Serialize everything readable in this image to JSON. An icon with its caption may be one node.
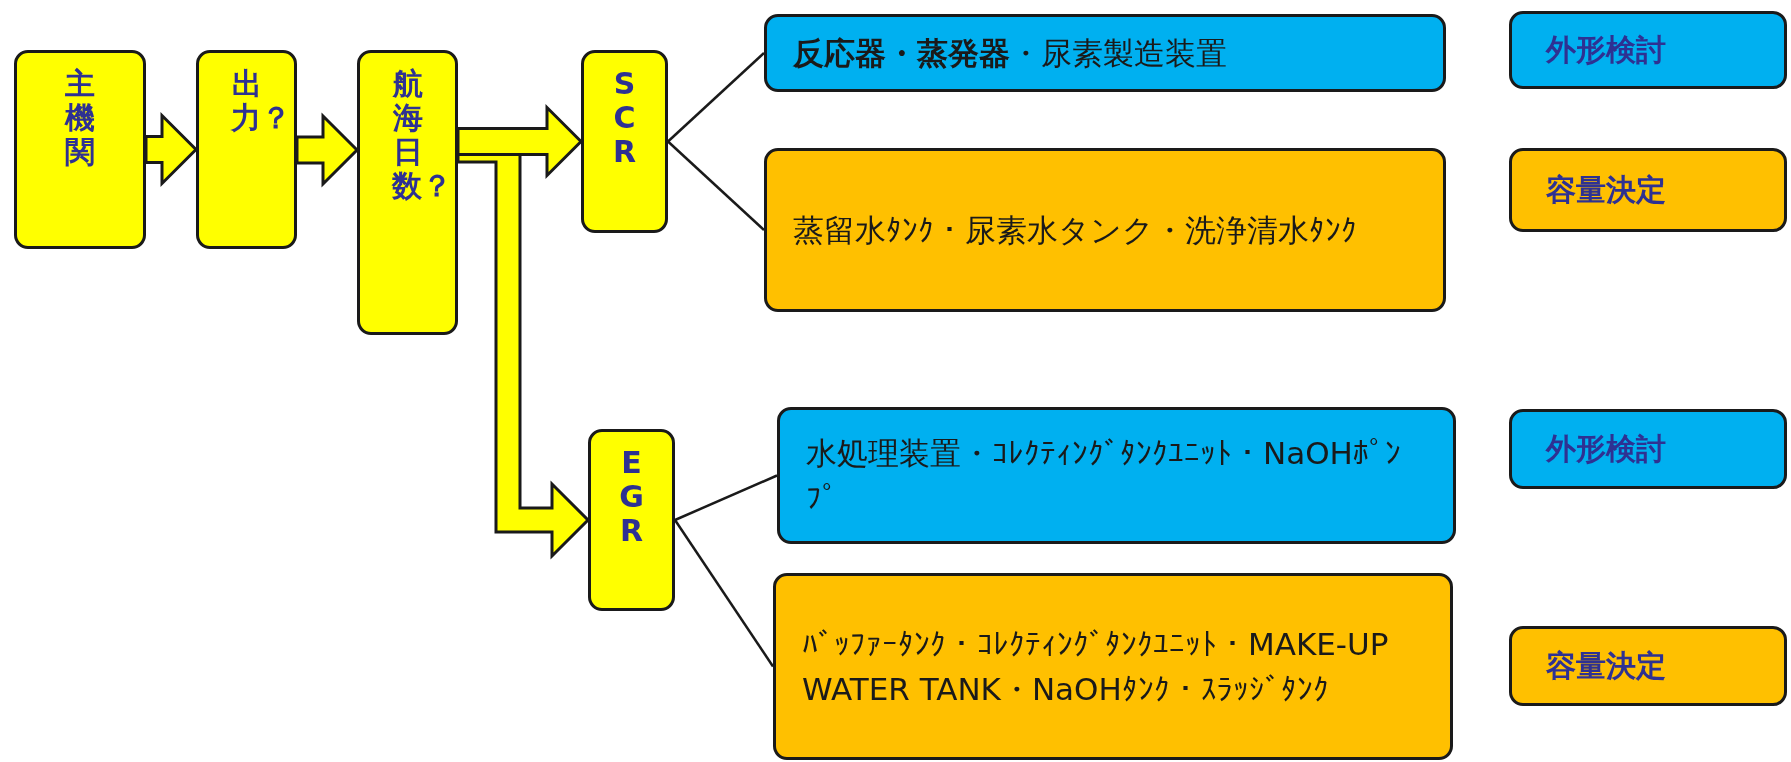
{
  "diagram": {
    "nodes": [
      {
        "text": [
          "主機関"
        ]
      },
      {
        "text": [
          "出力？"
        ]
      },
      {
        "text": [
          "航海日数？"
        ]
      },
      {
        "text": [
          "SCR"
        ]
      },
      {
        "text": [
          "EGR"
        ]
      },
      {
        "text": [
          "**反応器・蒸発器**・尿素製造装置"
        ]
      },
      {
        "text": [
          "蒸留水ﾀﾝｸ・尿素水タンク・洗浄清水ﾀﾝｸ"
        ]
      },
      {
        "text": [
          "水処理装置・ｺﾚｸﾃｨﾝｸﾞﾀﾝｸﾕﾆｯﾄ・NaOHﾎﾟﾝﾌﾟ"
        ]
      },
      {
        "text": [
          "ﾊﾞｯﾌｧｰﾀﾝｸ・ｺﾚｸﾃｨﾝｸﾞﾀﾝｸﾕﾆｯﾄ・MAKE-UP WATER TANK・NaOHﾀﾝｸ・ｽﾗｯｼﾞﾀﾝｸ"
        ]
      },
      {
        "text": [
          "外形検討"
        ]
      },
      {
        "text": [
          "容量決定"
        ]
      },
      {
        "text": [
          "外形検討"
        ]
      },
      {
        "text": [
          "容量決定"
        ]
      }
    ],
    "edges": [
      {
        "from": 0,
        "to": 1,
        "arrow": "to",
        "style": "thick",
        "color": "#ffff00"
      },
      {
        "from": 1,
        "to": 2,
        "arrow": "to",
        "style": "thick",
        "color": "#ffff00"
      },
      {
        "from": 2,
        "to": 3,
        "arrow": "to",
        "style": "thick",
        "color": "#ffff00"
      },
      {
        "from": 2,
        "to": 4,
        "arrow": "to",
        "style": "thick",
        "color": "#ffff00"
      },
      {
        "from": 3,
        "to": 5,
        "arrow": "none"
      },
      {
        "from": 3,
        "to": 6,
        "arrow": "none"
      },
      {
        "from": 4,
        "to": 7,
        "arrow": "none"
      },
      {
        "from": 4,
        "to": 8,
        "arrow": "none"
      }
    ]
  }
}
